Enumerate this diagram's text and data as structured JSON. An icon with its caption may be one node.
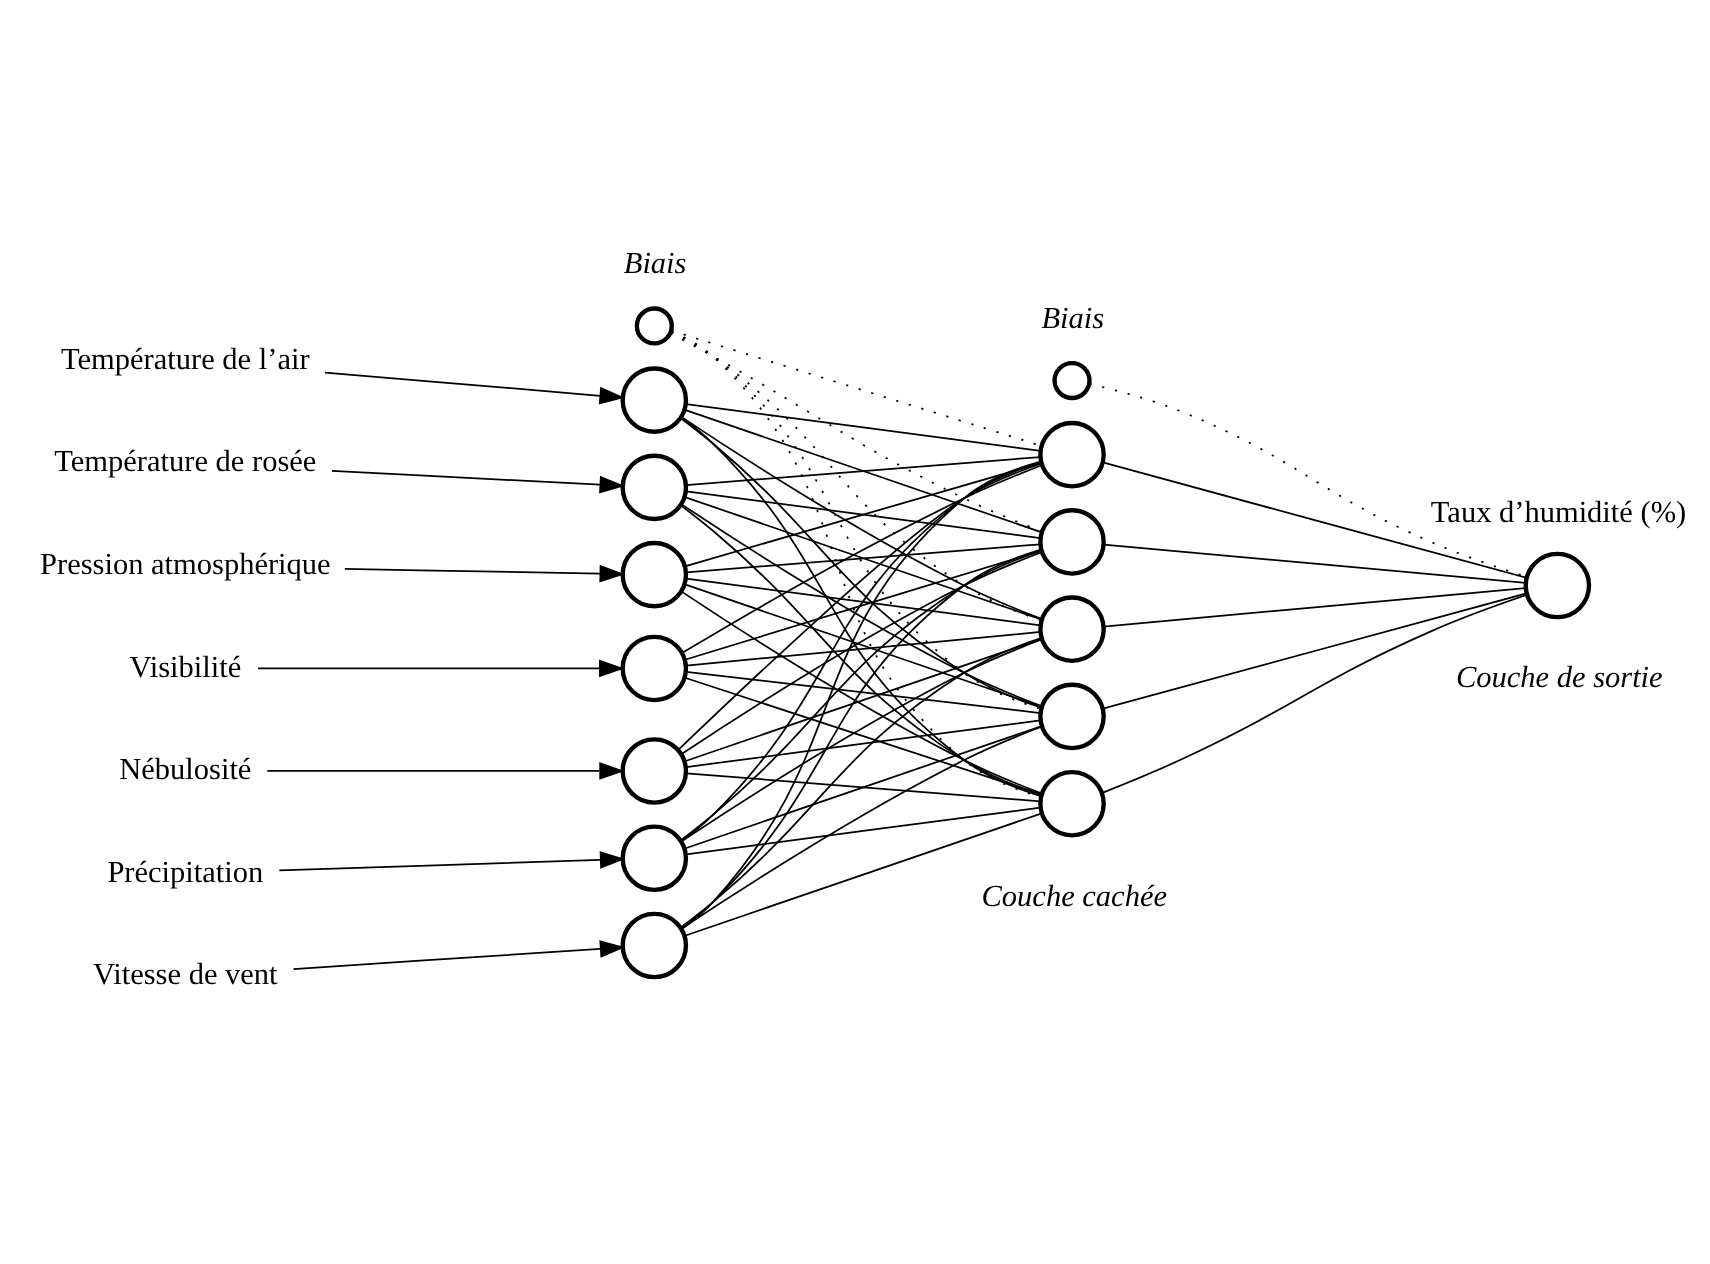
{
  "diagram": {
    "nodes": [
      {
        "text": [
          "Température de l’air"
        ]
      },
      {
        "text": [
          "Température de rosée"
        ]
      },
      {
        "text": [
          "Pression atmosphérique"
        ]
      },
      {
        "text": [
          "Visibilité"
        ]
      },
      {
        "text": [
          "Nébulosité"
        ]
      },
      {
        "text": [
          "Précipitation"
        ]
      },
      {
        "text": [
          "Vitesse de vent"
        ]
      },
      {
        "text": [],
        "shape": "circle",
        "beside": [
          "Biais"
        ]
      },
      {
        "text": [],
        "shape": "circle"
      },
      {
        "text": [],
        "shape": "circle"
      },
      {
        "text": [],
        "shape": "circle"
      },
      {
        "text": [],
        "shape": "circle"
      },
      {
        "text": [],
        "shape": "circle"
      },
      {
        "text": [],
        "shape": "circle"
      },
      {
        "text": [],
        "shape": "circle"
      },
      {
        "text": [],
        "shape": "circle",
        "beside": [
          "Biais"
        ]
      },
      {
        "text": [],
        "shape": "circle"
      },
      {
        "text": [],
        "shape": "circle"
      },
      {
        "text": [],
        "shape": "circle"
      },
      {
        "text": [],
        "shape": "circle"
      },
      {
        "text": [],
        "shape": "circle"
      },
      {
        "text": [],
        "shape": "circle",
        "beside": [
          "Taux d’humidité (%)"
        ]
      }
    ],
    "edges": [
      {
        "from": 0,
        "to": 8,
        "arrow": "to"
      },
      {
        "from": 1,
        "to": 9,
        "arrow": "to"
      },
      {
        "from": 2,
        "to": 10,
        "arrow": "to"
      },
      {
        "from": 3,
        "to": 11,
        "arrow": "to"
      },
      {
        "from": 4,
        "to": 12,
        "arrow": "to"
      },
      {
        "from": 5,
        "to": 13,
        "arrow": "to"
      },
      {
        "from": 6,
        "to": 14,
        "arrow": "to"
      },
      {
        "from": 7,
        "to": 16,
        "arrow": "none",
        "style": "dashed"
      },
      {
        "from": 7,
        "to": 17,
        "arrow": "none",
        "style": "dashed"
      },
      {
        "from": 7,
        "to": 18,
        "arrow": "none",
        "style": "dashed"
      },
      {
        "from": 7,
        "to": 19,
        "arrow": "none",
        "style": "dashed"
      },
      {
        "from": 7,
        "to": 20,
        "arrow": "none",
        "style": "dashed"
      },
      {
        "from": 8,
        "to": 16,
        "arrow": "none"
      },
      {
        "from": 8,
        "to": 17,
        "arrow": "none"
      },
      {
        "from": 8,
        "to": 18,
        "arrow": "none"
      },
      {
        "from": 8,
        "to": 19,
        "arrow": "none"
      },
      {
        "from": 8,
        "to": 20,
        "arrow": "none"
      },
      {
        "from": 9,
        "to": 16,
        "arrow": "none"
      },
      {
        "from": 9,
        "to": 17,
        "arrow": "none"
      },
      {
        "from": 9,
        "to": 18,
        "arrow": "none"
      },
      {
        "from": 9,
        "to": 19,
        "arrow": "none"
      },
      {
        "from": 9,
        "to": 20,
        "arrow": "none"
      },
      {
        "from": 10,
        "to": 16,
        "arrow": "none"
      },
      {
        "from": 10,
        "to": 17,
        "arrow": "none"
      },
      {
        "from": 10,
        "to": 18,
        "arrow": "none"
      },
      {
        "from": 10,
        "to": 19,
        "arrow": "none"
      },
      {
        "from": 10,
        "to": 20,
        "arrow": "none"
      },
      {
        "from": 11,
        "to": 16,
        "arrow": "none"
      },
      {
        "from": 11,
        "to": 17,
        "arrow": "none"
      },
      {
        "from": 11,
        "to": 18,
        "arrow": "none"
      },
      {
        "from": 11,
        "to": 19,
        "arrow": "none"
      },
      {
        "from": 11,
        "to": 20,
        "arrow": "none"
      },
      {
        "from": 12,
        "to": 16,
        "arrow": "none"
      },
      {
        "from": 12,
        "to": 17,
        "arrow": "none"
      },
      {
        "from": 12,
        "to": 18,
        "arrow": "none"
      },
      {
        "from": 12,
        "to": 19,
        "arrow": "none"
      },
      {
        "from": 12,
        "to": 20,
        "arrow": "none"
      },
      {
        "from": 13,
        "to": 16,
        "arrow": "none"
      },
      {
        "from": 13,
        "to": 17,
        "arrow": "none"
      },
      {
        "from": 13,
        "to": 18,
        "arrow": "none"
      },
      {
        "from": 13,
        "to": 19,
        "arrow": "none"
      },
      {
        "from": 13,
        "to": 20,
        "arrow": "none"
      },
      {
        "from": 14,
        "to": 16,
        "arrow": "none"
      },
      {
        "from": 14,
        "to": 17,
        "arrow": "none"
      },
      {
        "from": 14,
        "to": 18,
        "arrow": "none"
      },
      {
        "from": 14,
        "to": 19,
        "arrow": "none"
      },
      {
        "from": 14,
        "to": 20,
        "arrow": "none"
      },
      {
        "from": 15,
        "to": 21,
        "arrow": "none",
        "style": "dashed"
      },
      {
        "from": 16,
        "to": 21,
        "arrow": "none"
      },
      {
        "from": 17,
        "to": 21,
        "arrow": "none"
      },
      {
        "from": 18,
        "to": 21,
        "arrow": "none"
      },
      {
        "from": 19,
        "to": 21,
        "arrow": "none"
      },
      {
        "from": 20,
        "to": 21,
        "arrow": "none"
      }
    ],
    "labels": [
      "Couche cachée",
      "Couche de sortie"
    ]
  }
}
